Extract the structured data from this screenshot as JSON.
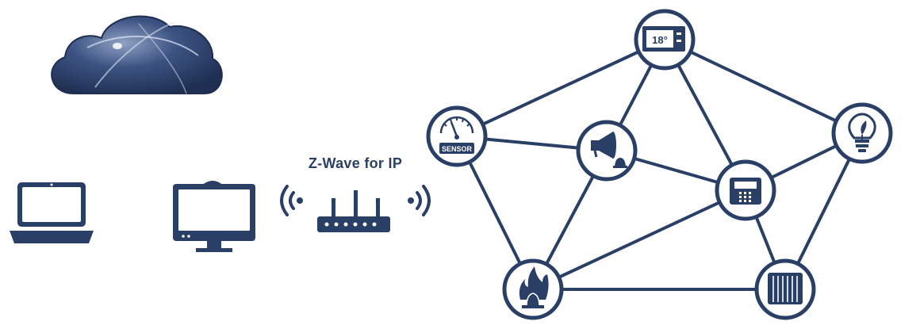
{
  "diagram": {
    "label": "Z-Wave for IP",
    "thermostat_text": "18°",
    "sensor_text": "SENSOR",
    "colors": {
      "primary": "#2a3f66",
      "white": "#ffffff"
    },
    "icons": [
      "cloud-icon",
      "laptop-icon",
      "desktop-monitor-icon",
      "wireless-signal-icon",
      "router-icon",
      "thermostat-icon",
      "sensor-gauge-icon",
      "siren-speaker-icon",
      "light-bulb-icon",
      "keypad-panel-icon",
      "fire-alarm-icon",
      "radiator-icon"
    ]
  }
}
